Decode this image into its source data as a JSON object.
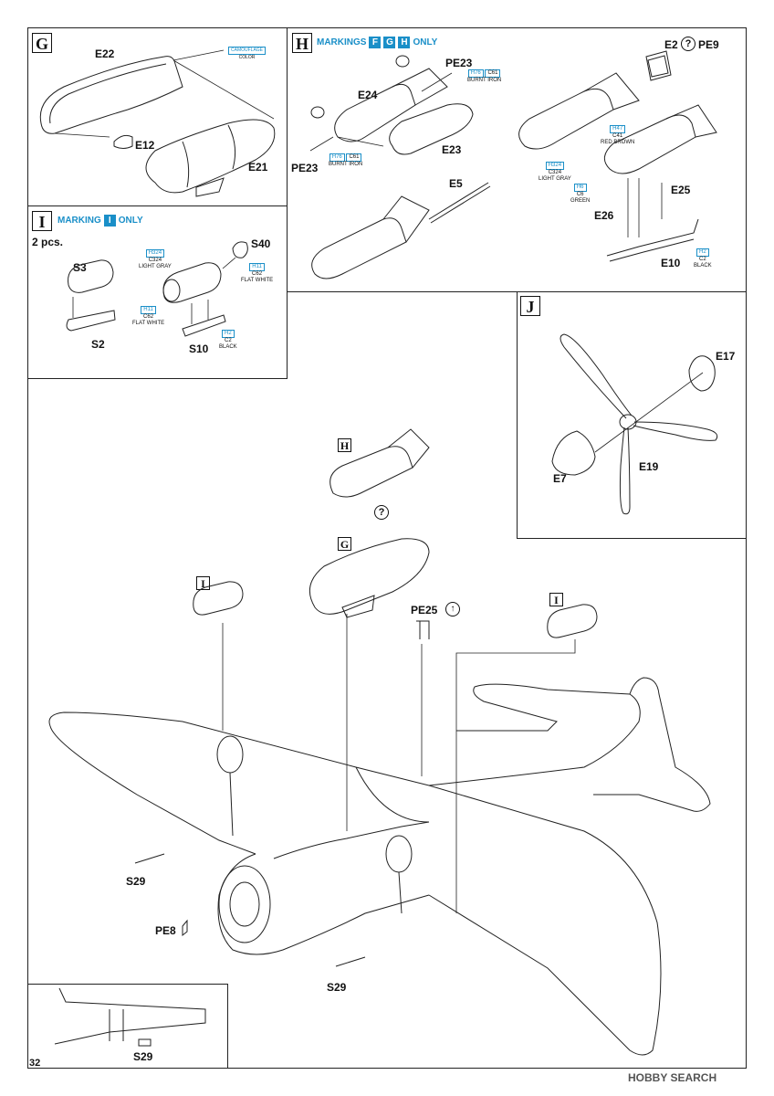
{
  "page_number": "32",
  "watermark": "HOBBY SEARCH",
  "panels": {
    "G": {
      "letter": "G",
      "parts": [
        "E22",
        "E12",
        "E21"
      ],
      "paint": {
        "line1": "CAMOUFLAGE",
        "line2": "COLOR"
      }
    },
    "H": {
      "letter": "H",
      "banner_prefix": "MARKINGS",
      "banner_boxes": [
        "F",
        "G",
        "H"
      ],
      "banner_suffix": "ONLY",
      "parts": [
        "PE23",
        "E24",
        "E23",
        "PE23",
        "E5",
        "E2",
        "PE9",
        "E25",
        "E26",
        "E10"
      ],
      "paints": [
        {
          "h": "H76",
          "c": "C61",
          "n": "BURNT IRON"
        },
        {
          "h": "H76",
          "c": "C61",
          "n": "BURNT IRON"
        },
        {
          "h": "H47",
          "c": "C41",
          "n": "RED BROWN"
        },
        {
          "h": "H324",
          "c": "C324",
          "n": "LIGHT GRAY"
        },
        {
          "h": "H6",
          "c": "C6",
          "n": "GREEN"
        },
        {
          "h": "H2",
          "c": "C2",
          "n": "BLACK"
        }
      ]
    },
    "I": {
      "letter": "I",
      "banner_prefix": "MARKING",
      "banner_box": "I",
      "banner_suffix": "ONLY",
      "qty": "2 pcs.",
      "parts": [
        "S3",
        "S40",
        "S2",
        "S10"
      ],
      "paints": [
        {
          "h": "H324",
          "c": "C324",
          "n": "LIGHT GRAY"
        },
        {
          "h": "H11",
          "c": "C62",
          "n": "FLAT WHITE"
        },
        {
          "h": "H11",
          "c": "C62",
          "n": "FLAT WHITE"
        },
        {
          "h": "H2",
          "c": "C2",
          "n": "BLACK"
        }
      ]
    },
    "J": {
      "letter": "J",
      "parts": [
        "E17",
        "E7",
        "E19"
      ]
    }
  },
  "main": {
    "markers": [
      "H",
      "G",
      "I",
      "I"
    ],
    "parts": [
      "PE25",
      "S29",
      "PE8",
      "S29"
    ]
  },
  "inset": {
    "parts": [
      "S29"
    ]
  }
}
